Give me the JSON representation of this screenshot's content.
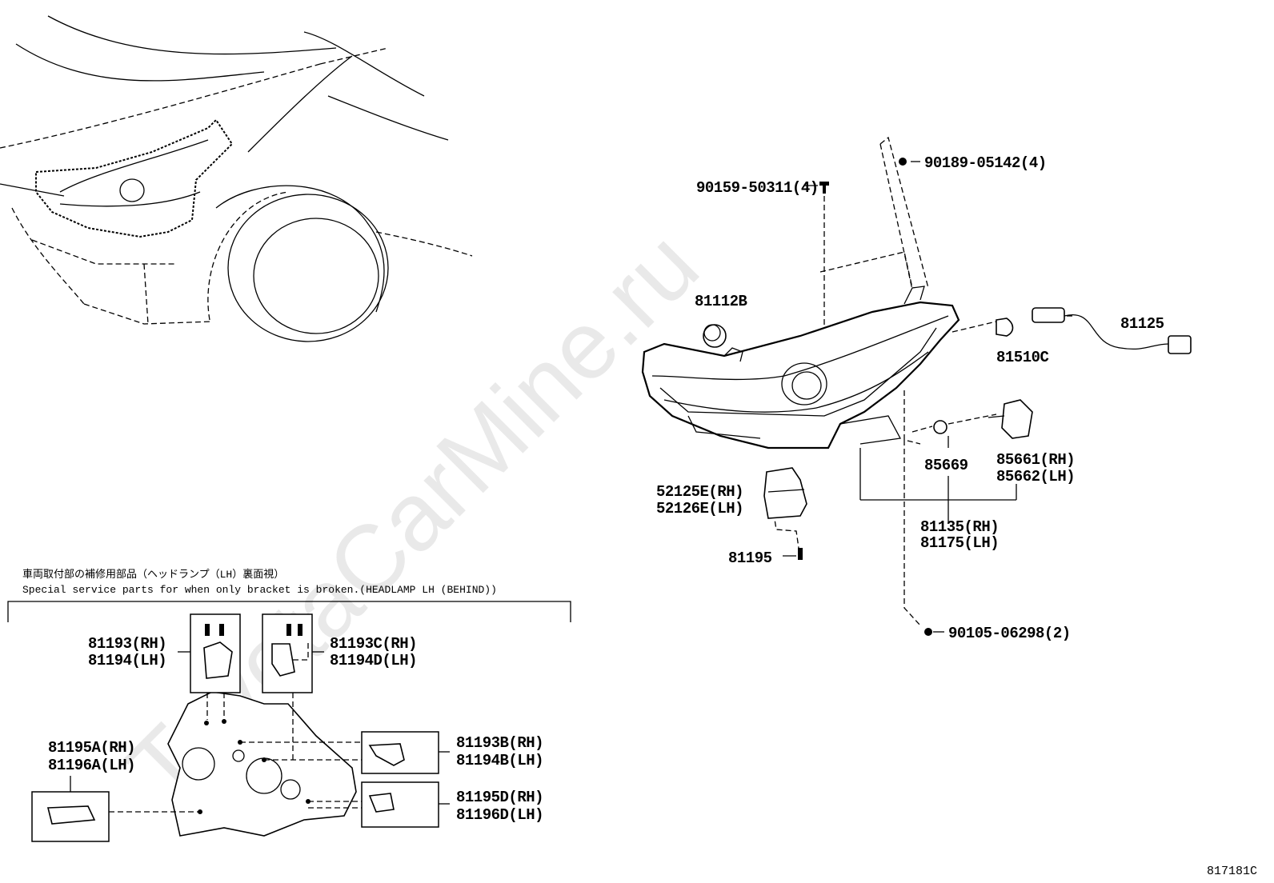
{
  "watermark": "ToyotaCarMine.ru",
  "figure_ref": "817181C",
  "callout": {
    "title_ja": "車両取付部の補修用部品（ヘッドランプ（LH）裏面視）",
    "title_en": "Special service parts for when only bracket is broken.(HEADLAMP LH (BEHIND))"
  },
  "labels": {
    "p90189": "90189-05142(4)",
    "p90159": "90159-50311(4)",
    "p81112b": "81112B",
    "p81125": "81125",
    "p81510c": "81510C",
    "p85669": "85669",
    "p85661": "85661(RH)",
    "p85662": "85662(LH)",
    "p52125e": "52125E(RH)",
    "p52126e": "52126E(LH)",
    "p81135": "81135(RH)",
    "p81175": "81175(LH)",
    "p81195": "81195",
    "p90105": "90105-06298(2)",
    "p81193": "81193(RH)",
    "p81194": "81194(LH)",
    "p81193c": "81193C(RH)",
    "p81194d": "81194D(LH)",
    "p81193b": "81193B(RH)",
    "p81194b": "81194B(LH)",
    "p81195a": "81195A(RH)",
    "p81196a": "81196A(LH)",
    "p81195d": "81195D(RH)",
    "p81196d": "81196D(LH)"
  }
}
